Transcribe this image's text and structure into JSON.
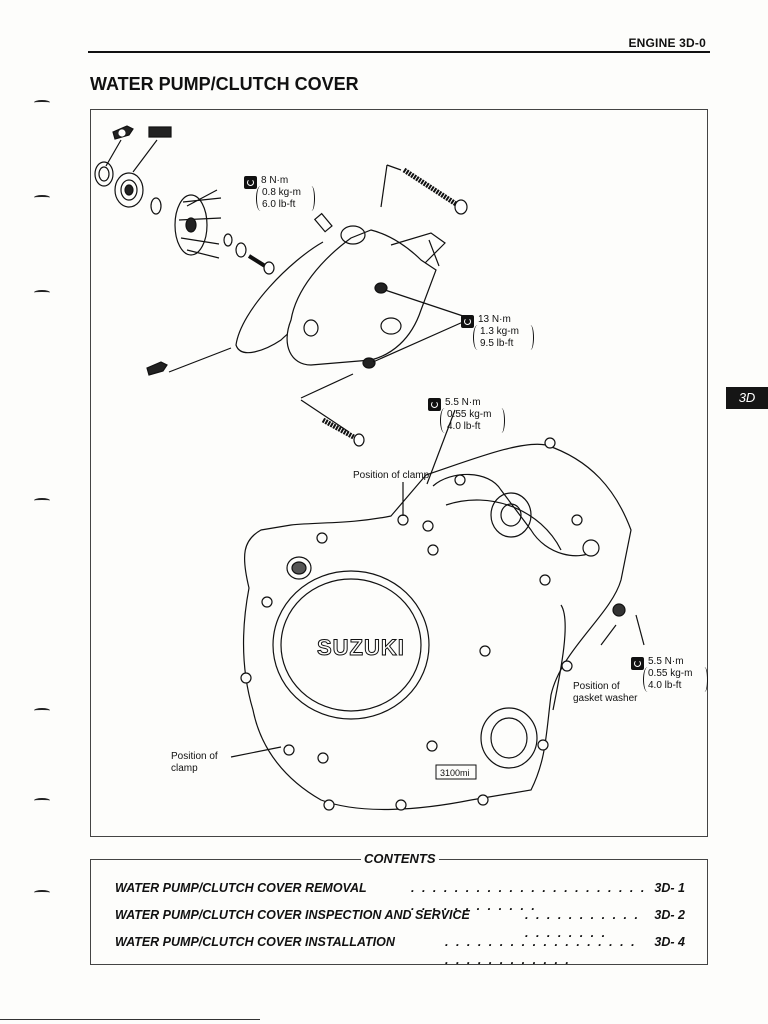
{
  "header": {
    "section": "ENGINE 3D-0"
  },
  "title": "WATER PUMP/CLUTCH COVER",
  "side_tab": "3D",
  "figure": {
    "brand_logo": "SUZUKI",
    "odometer_stamp": "3100mi",
    "labels": {
      "clamp_top": "Position of clamp",
      "clamp_left_1": "Position of",
      "clamp_left_2": "clamp",
      "gasket_1": "Position of",
      "gasket_2": "gasket washer"
    },
    "torques": [
      {
        "nm": "8 N·m",
        "kgm": "0.8 kg-m",
        "lbft": "6.0 lb-ft"
      },
      {
        "nm": "13 N·m",
        "kgm": "1.3 kg-m",
        "lbft": "9.5 lb-ft"
      },
      {
        "nm": "5.5 N·m",
        "kgm": "0.55 kg-m",
        "lbft": "4.0 lb-ft"
      },
      {
        "nm": "5.5 N·m",
        "kgm": "0.55 kg-m",
        "lbft": "4.0 lb-ft"
      }
    ],
    "icons": [
      "grease-a-icon",
      "thread-lock-icon",
      "torque-wrench-icon"
    ]
  },
  "contents": {
    "title": "CONTENTS",
    "items": [
      {
        "title": "WATER PUMP/CLUTCH COVER REMOVAL",
        "page": "3D- 1"
      },
      {
        "title": "WATER PUMP/CLUTCH COVER INSPECTION AND SERVICE",
        "page": "3D- 2"
      },
      {
        "title": "WATER PUMP/CLUTCH COVER INSTALLATION",
        "page": "3D- 4"
      }
    ]
  }
}
